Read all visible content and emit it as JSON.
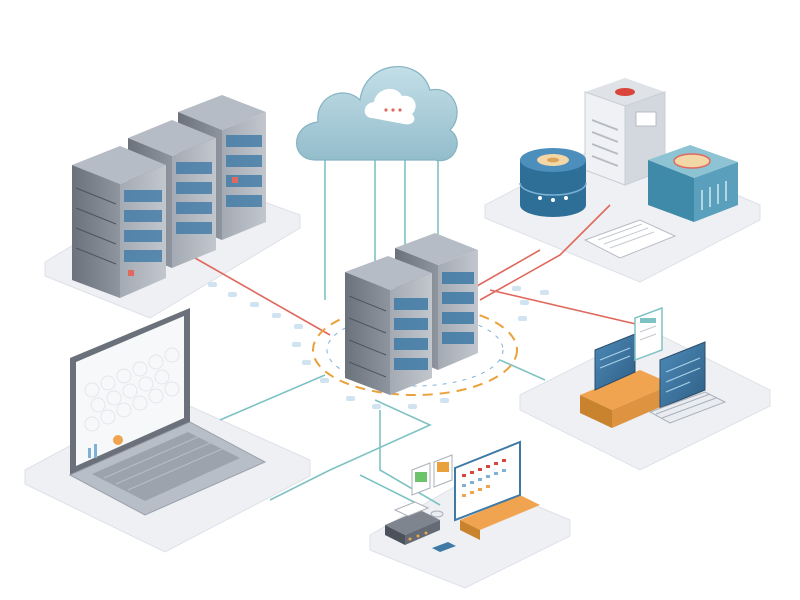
{
  "diagram": {
    "style": "isometric network infrastructure illustration",
    "colors": {
      "background": "#ffffff",
      "platform": "#eef0f4",
      "platform_edge": "#d7dbe3",
      "server_light": "#8b929c",
      "server_dark": "#5c636d",
      "server_top": "#b6bcc5",
      "cloud": "#a9cdd8",
      "cloud_inner": "#ffffff",
      "link_red": "#e0695e",
      "link_teal": "#7ec2c4",
      "dashed_ring_orange": "#e9a23b",
      "dashed_ring_blue": "#7fb1d6",
      "accent_orange": "#f0a450",
      "accent_red": "#d9453a",
      "screen_blue": "#3f7aa6"
    },
    "nodes": [
      {
        "name": "cloud",
        "icon": "cloud-icon"
      },
      {
        "name": "central-server-cluster",
        "icon": "server-rack-icon"
      },
      {
        "name": "server-room-racks",
        "icon": "server-rack-icon"
      },
      {
        "name": "storage-and-hardware-unit",
        "icon": "database-icon"
      },
      {
        "name": "laptop-workstation",
        "icon": "laptop-icon"
      },
      {
        "name": "desktop-workstation",
        "icon": "monitor-icon"
      },
      {
        "name": "device-station",
        "icon": "router-icon"
      }
    ]
  }
}
